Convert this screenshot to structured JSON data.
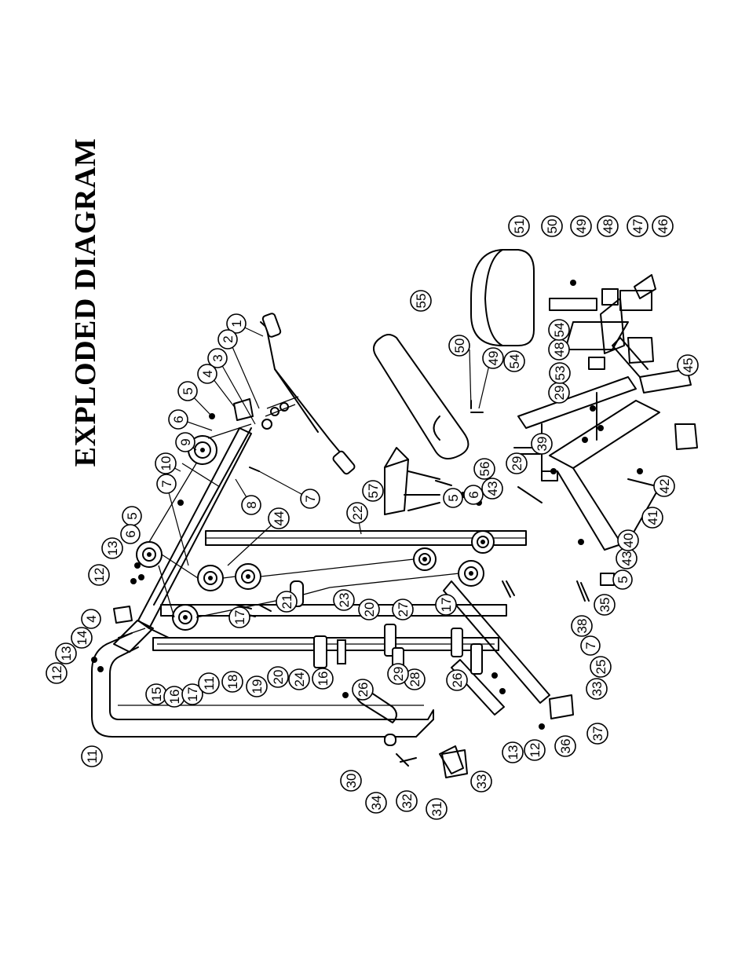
{
  "title": "EXPLODED DIAGRAM",
  "callouts": [
    {
      "id": "c1",
      "label": "1"
    },
    {
      "id": "c2",
      "label": "2"
    },
    {
      "id": "c3",
      "label": "3"
    },
    {
      "id": "c4a",
      "label": "4"
    },
    {
      "id": "c5a",
      "label": "5"
    },
    {
      "id": "c6a",
      "label": "6"
    },
    {
      "id": "c9",
      "label": "9"
    },
    {
      "id": "c10",
      "label": "10"
    },
    {
      "id": "c7a",
      "label": "7"
    },
    {
      "id": "c8",
      "label": "8"
    },
    {
      "id": "c7b",
      "label": "7"
    },
    {
      "id": "c22",
      "label": "22"
    },
    {
      "id": "c44",
      "label": "44"
    },
    {
      "id": "c5b",
      "label": "5"
    },
    {
      "id": "c6b",
      "label": "6"
    },
    {
      "id": "c13a",
      "label": "13"
    },
    {
      "id": "c12a",
      "label": "12"
    },
    {
      "id": "c4b",
      "label": "4"
    },
    {
      "id": "c14",
      "label": "14"
    },
    {
      "id": "c13b",
      "label": "13"
    },
    {
      "id": "c12b",
      "label": "12"
    },
    {
      "id": "c11a",
      "label": "11"
    },
    {
      "id": "c15",
      "label": "15"
    },
    {
      "id": "c16a",
      "label": "16"
    },
    {
      "id": "c17a",
      "label": "17"
    },
    {
      "id": "c11b",
      "label": "11"
    },
    {
      "id": "c18",
      "label": "18"
    },
    {
      "id": "c19",
      "label": "19"
    },
    {
      "id": "c20a",
      "label": "20"
    },
    {
      "id": "c24",
      "label": "24"
    },
    {
      "id": "c16b",
      "label": "16"
    },
    {
      "id": "c26a",
      "label": "26"
    },
    {
      "id": "c17b",
      "label": "17"
    },
    {
      "id": "c21",
      "label": "21"
    },
    {
      "id": "c23",
      "label": "23"
    },
    {
      "id": "c20b",
      "label": "20"
    },
    {
      "id": "c27",
      "label": "27"
    },
    {
      "id": "c28",
      "label": "28"
    },
    {
      "id": "c29a",
      "label": "29"
    },
    {
      "id": "c26b",
      "label": "26"
    },
    {
      "id": "c30",
      "label": "30"
    },
    {
      "id": "c34",
      "label": "34"
    },
    {
      "id": "c32",
      "label": "32"
    },
    {
      "id": "c31",
      "label": "31"
    },
    {
      "id": "c33a",
      "label": "33"
    },
    {
      "id": "c13c",
      "label": "13"
    },
    {
      "id": "c12c",
      "label": "12"
    },
    {
      "id": "c36",
      "label": "36"
    },
    {
      "id": "c37",
      "label": "37"
    },
    {
      "id": "c33b",
      "label": "33"
    },
    {
      "id": "c25",
      "label": "25"
    },
    {
      "id": "c7c",
      "label": "7"
    },
    {
      "id": "c17c",
      "label": "17"
    },
    {
      "id": "c57",
      "label": "57"
    },
    {
      "id": "c5c",
      "label": "5"
    },
    {
      "id": "c6c",
      "label": "6"
    },
    {
      "id": "c43a",
      "label": "43"
    },
    {
      "id": "c56",
      "label": "56"
    },
    {
      "id": "c29b",
      "label": "29"
    },
    {
      "id": "c39",
      "label": "39"
    },
    {
      "id": "c29c",
      "label": "29"
    },
    {
      "id": "c38",
      "label": "38"
    },
    {
      "id": "c35",
      "label": "35"
    },
    {
      "id": "c5d",
      "label": "5"
    },
    {
      "id": "c43b",
      "label": "43"
    },
    {
      "id": "c40",
      "label": "40"
    },
    {
      "id": "c41",
      "label": "41"
    },
    {
      "id": "c42",
      "label": "42"
    },
    {
      "id": "c45",
      "label": "45"
    },
    {
      "id": "c53",
      "label": "53"
    },
    {
      "id": "c48a",
      "label": "48"
    },
    {
      "id": "c54a",
      "label": "54"
    },
    {
      "id": "c49a",
      "label": "49"
    },
    {
      "id": "c50a",
      "label": "50"
    },
    {
      "id": "c55",
      "label": "55"
    },
    {
      "id": "c54b",
      "label": "54"
    },
    {
      "id": "c51",
      "label": "51"
    },
    {
      "id": "c50b",
      "label": "50"
    },
    {
      "id": "c49b",
      "label": "49"
    },
    {
      "id": "c48b",
      "label": "48"
    },
    {
      "id": "c47",
      "label": "47"
    },
    {
      "id": "c46",
      "label": "46"
    }
  ]
}
